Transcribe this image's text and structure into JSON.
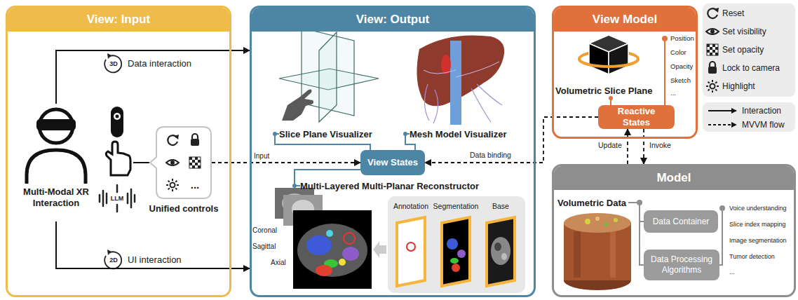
{
  "diagram": {
    "nodes": [
      {
        "text": [
          "View: Input"
        ]
      },
      {
        "text": [
          "Multi-Modal XR Interaction"
        ],
        "in": 0
      },
      {
        "text": [
          "...",
          "Unified controls"
        ],
        "in": 0
      },
      {
        "text": [
          "View: Output"
        ]
      },
      {
        "text": [
          "Slice Plane Visualizer"
        ],
        "in": 3
      },
      {
        "text": [
          "Mesh Model Visualizer"
        ],
        "in": 3
      },
      {
        "text": [
          "View States"
        ],
        "in": 3
      },
      {
        "text": [
          "Multi-Layered Multi-Planar Reconstructor"
        ],
        "in": 3
      },
      {
        "text": [
          "Annotation",
          "Segmentation",
          "Base"
        ],
        "in": 3
      },
      {
        "text": [
          "View Model"
        ]
      },
      {
        "text": [
          "Volumetric Slice Plane"
        ],
        "in": 9
      },
      {
        "text": [
          "Reactive States"
        ],
        "in": 9
      },
      {
        "text": [
          "Model"
        ]
      },
      {
        "text": [
          "Volumetric Data"
        ],
        "in": 12
      },
      {
        "text": [
          "Data Container"
        ],
        "in": 12
      },
      {
        "text": [
          "Data Processing Algorithms"
        ],
        "in": 12
      }
    ],
    "edges": [
      {
        "from": 1,
        "to": 3,
        "label": "Data interaction",
        "arrow": "to"
      },
      {
        "from": 1,
        "to": 3,
        "label": "UI interaction",
        "arrow": "to"
      },
      {
        "from": 2,
        "to": 6,
        "label": "Input",
        "arrow": "to"
      },
      {
        "from": 11,
        "to": 6,
        "label": "Data binding",
        "arrow": "to"
      },
      {
        "from": 12,
        "to": 11,
        "label": "Update",
        "arrow": "to"
      },
      {
        "from": 11,
        "to": 12,
        "label": "Invoke",
        "arrow": "to"
      },
      {
        "from": 6,
        "to": 4,
        "arrow": "none"
      },
      {
        "from": 6,
        "to": 5,
        "arrow": "none"
      },
      {
        "from": 6,
        "to": 7,
        "arrow": "none"
      },
      {
        "from": 10,
        "to": 11,
        "arrow": "none"
      },
      {
        "from": 13,
        "to": 14,
        "arrow": "none"
      },
      {
        "from": 13,
        "to": 15,
        "arrow": "none"
      }
    ],
    "labels": [
      "3D",
      "2D",
      "LLM",
      "Coronal",
      "Sagittal",
      "Axial",
      "Position",
      "Color",
      "Opacity",
      "Sketch",
      "...",
      "Voice understanding",
      "Slice index mapping",
      "Image segmentation",
      "Tumor detection",
      "..."
    ],
    "legend": [
      {
        "text": "Reset"
      },
      {
        "text": "Set visibility"
      },
      {
        "text": "Set opacity"
      },
      {
        "text": "Lock to camera"
      },
      {
        "text": "Highlight"
      },
      {
        "text": "Interaction"
      },
      {
        "text": "MVVM flow"
      }
    ]
  }
}
